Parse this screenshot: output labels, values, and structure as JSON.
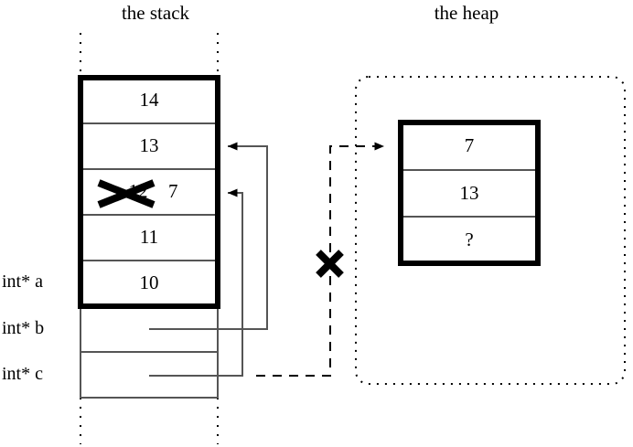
{
  "titles": {
    "stack": "the stack",
    "heap": "the heap"
  },
  "stack": {
    "cells": [
      {
        "value": "14",
        "struck": false
      },
      {
        "value": "13",
        "struck": false
      },
      {
        "value": "12",
        "struck": true
      },
      {
        "value": "11",
        "struck": false
      },
      {
        "value": "10",
        "struck": false
      }
    ],
    "updated_value": "7",
    "pointers": [
      {
        "label": "int* a"
      },
      {
        "label": "int* b"
      },
      {
        "label": "int* c"
      }
    ]
  },
  "heap": {
    "cells": [
      {
        "value": "7"
      },
      {
        "value": "13"
      },
      {
        "value": "?"
      }
    ]
  },
  "annotations": {
    "severed_link_marker": "x-cross-mark",
    "struck_value_marker": "x-cross-mark"
  },
  "colors": {
    "ink": "#000000",
    "paper": "#ffffff",
    "thin_rule": "#555555"
  }
}
